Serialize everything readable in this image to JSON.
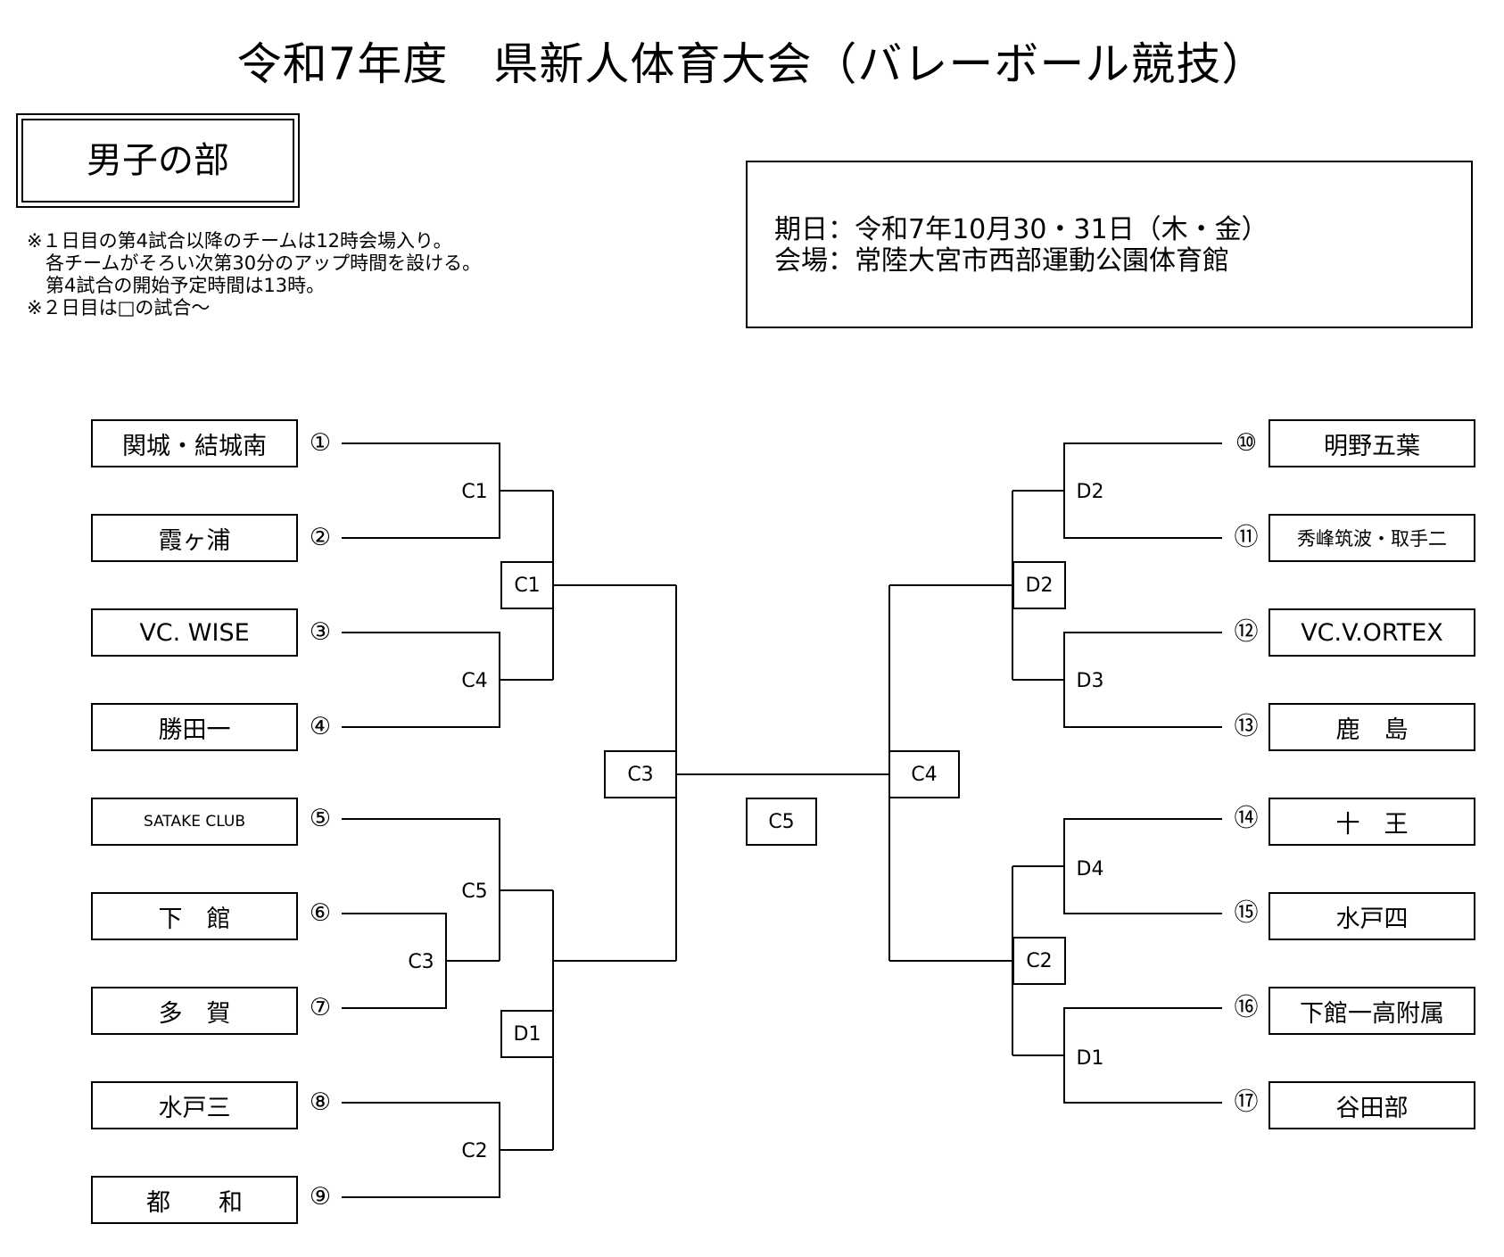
{
  "title": "令和7年度　県新人体育大会（バレーボール競技）",
  "division": "男子の部",
  "notes": [
    "※１日目の第4試合以降のチームは12時会場入り。",
    "　各チームがそろい次第30分のアップ時間を設ける。",
    "　第4試合の開始予定時間は13時。",
    "※２日目は□の試合～"
  ],
  "info": {
    "date": "期日：令和7年10月30・31日（木・金）",
    "venue": "会場：常陸大宮市西部運動公園体育館"
  },
  "teams_left": [
    {
      "seed": "①",
      "name": "関城・結城南"
    },
    {
      "seed": "②",
      "name": "霞ヶ浦"
    },
    {
      "seed": "③",
      "name": "VC. WISE"
    },
    {
      "seed": "④",
      "name": "勝田一"
    },
    {
      "seed": "⑤",
      "name": "SATAKE  CLUB"
    },
    {
      "seed": "⑥",
      "name": "下　館"
    },
    {
      "seed": "⑦",
      "name": "多　賀"
    },
    {
      "seed": "⑧",
      "name": "水戸三"
    },
    {
      "seed": "⑨",
      "name": "都　　和"
    }
  ],
  "teams_right": [
    {
      "seed": "⑩",
      "name": "明野五葉"
    },
    {
      "seed": "⑪",
      "name": "秀峰筑波・取手二"
    },
    {
      "seed": "⑫",
      "name": "VC.V.ORTEX"
    },
    {
      "seed": "⑬",
      "name": "鹿　島"
    },
    {
      "seed": "⑭",
      "name": "十　王"
    },
    {
      "seed": "⑮",
      "name": "水戸四"
    },
    {
      "seed": "⑯",
      "name": "下館一高附属"
    },
    {
      "seed": "⑰",
      "name": "谷田部"
    }
  ],
  "match_labels": {
    "l_r1_top": "C1",
    "l_r1_mid": "C4",
    "l_r1_c3": "C3",
    "l_r1_c5": "C5",
    "l_r1_c2": "C2",
    "l_box_c1": "C1",
    "l_box_d1": "D1",
    "semi_left": "C3",
    "final": "C5",
    "semi_right": "C4",
    "r_r1_d2": "D2",
    "r_r1_d3": "D3",
    "r_r1_d4": "D4",
    "r_r1_d1": "D1",
    "r_box_d2": "D2",
    "r_box_c2": "C2"
  }
}
